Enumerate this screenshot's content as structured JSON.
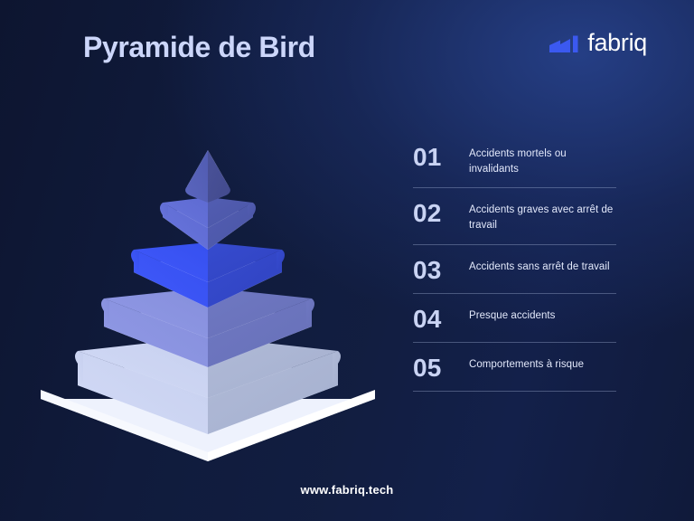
{
  "header": {
    "title": "Pyramide de Bird",
    "logo_text": "fabriq",
    "logo_icon": "fabriq-factory-bars-icon"
  },
  "footer": {
    "url": "www.fabriq.tech"
  },
  "colors": {
    "background_dark": "#0d1530",
    "background_light": "#1c3068",
    "title": "#ccd6fa",
    "number": "#c9d3f3",
    "label": "#e3e9fb",
    "accent_blue": "#3b55f5",
    "logo_blue": "#3b59f0",
    "divider": "#becdf0"
  },
  "list": {
    "items": [
      {
        "number": "01",
        "label": "Accidents mortels ou invalidants"
      },
      {
        "number": "02",
        "label": "Accidents graves avec arrêt de travail"
      },
      {
        "number": "03",
        "label": "Accidents sans arrêt de travail"
      },
      {
        "number": "04",
        "label": "Presque accidents"
      },
      {
        "number": "05",
        "label": "Comportements à risque"
      }
    ]
  },
  "pyramid": {
    "name": "bird-pyramid-5-levels",
    "levels": [
      {
        "index": 1,
        "number": "01",
        "left_face": "#5762b8",
        "right_face": "#464f95"
      },
      {
        "index": 2,
        "number": "02",
        "left_face": "#6370d8",
        "right_face": "#4f5aad"
      },
      {
        "index": 3,
        "number": "03",
        "left_face": "#3b55f5",
        "right_face": "#3348c8"
      },
      {
        "index": 4,
        "number": "04",
        "left_face": "#8b94e0",
        "right_face": "#6b74bd"
      },
      {
        "index": 5,
        "number": "05",
        "left_face": "#ccd5f2",
        "right_face": "#aab5d3"
      }
    ],
    "base_slab": {
      "top_face": "#eef2fd",
      "front_face": "#ffffff"
    },
    "gap_color": "#f2f5fd"
  }
}
